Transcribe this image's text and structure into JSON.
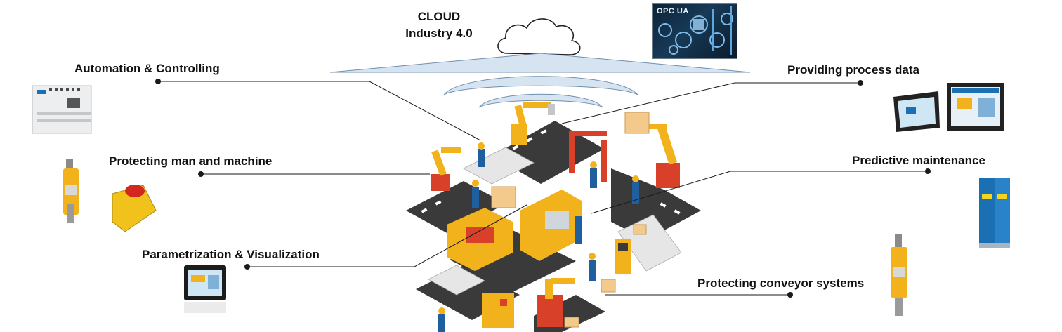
{
  "cloud": {
    "line1": "CLOUD",
    "line2": "Industry 4.0"
  },
  "opc_badge": "OPC UA",
  "labels": {
    "automation": "Automation & Controlling",
    "protecting_man": "Protecting man and machine",
    "parametrization": "Parametrization & Visualization",
    "process_data": "Providing process data",
    "predictive": "Predictive maintenance",
    "conveyor": "Protecting conveyor systems"
  },
  "colors": {
    "conveyor_belt": "#3a3a3a",
    "robot_yellow": "#f2b21c",
    "robot_red": "#d8402a",
    "box": "#f3c98c",
    "cloud_band": "#d6e4f2",
    "leader_line": "#1a1a1a"
  }
}
